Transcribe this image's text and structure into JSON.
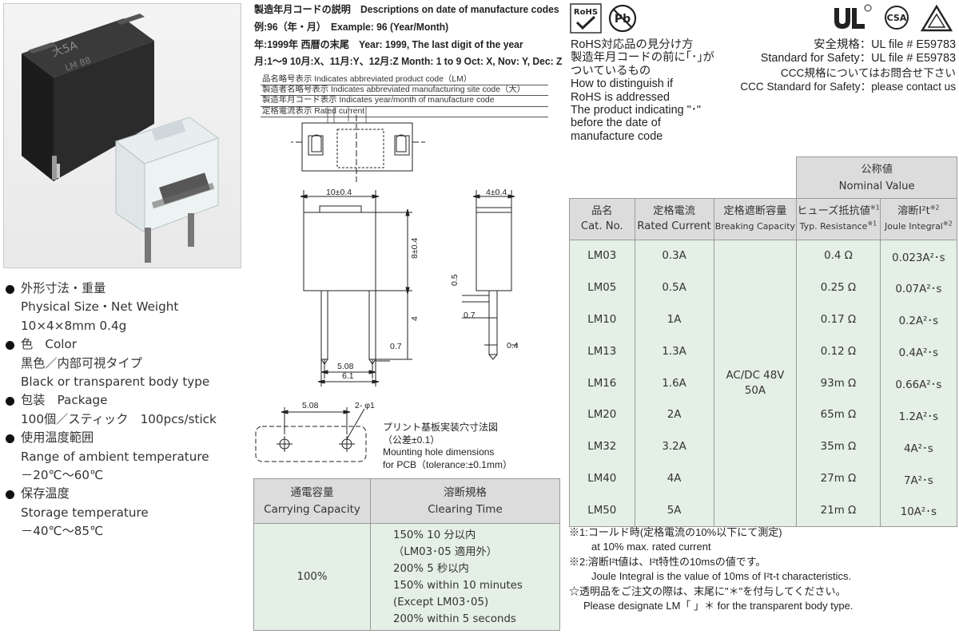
{
  "date_code": {
    "heading": "製造年月コードの説明　Descriptions on date of manufacture codes",
    "example": "例:96（年・月）　Example: 96 (Year/Month)",
    "year": "年:1999年 西暦の末尾　Year: 1999, The last digit of the year",
    "month": "月:1～9 10月:X、11月:Y、12月:Z Month: 1 to 9 Oct: X, Nov: Y, Dec: Z"
  },
  "marking_legend": [
    "品名略号表示 Indicates abbreviated product code（LM）",
    "製造者名略号表示 Indicates abbreviated manufacturing site code（大）",
    "製造年月コード表示 Indicates year/month of manufacture code",
    "定格電流表示 Rated current"
  ],
  "photo": {
    "marking_line1": "大5A",
    "marking_line2": "LM 88"
  },
  "dimensions": {
    "width": "10±0.4",
    "height": "8±0.4",
    "depth": "4±0.4",
    "pin_len": "4",
    "pin_w": "0.7",
    "pitch": "5.08",
    "overall": "6.1",
    "side_gap": "0.5",
    "side_pin": "0.7",
    "side_t": "0.4",
    "pcb_pitch": "5.08",
    "pcb_hole": "2- φ1"
  },
  "pcb_note": [
    "プリント基板実装穴寸法図",
    "（公差±0.1）",
    "Mounting hole dimensions",
    "for PCB（tolerance:±0.1mm）"
  ],
  "specs": [
    {
      "head": "外形寸法・重量",
      "lines": [
        "Physical Size・Net Weight",
        "10×4×8mm 0.4g"
      ]
    },
    {
      "head": "色　Color",
      "lines": [
        "黒色／内部可視タイプ",
        "Black or transparent body type"
      ]
    },
    {
      "head": "包装　Package",
      "lines": [
        "100個／スティック　100pcs/stick"
      ]
    },
    {
      "head": "使用温度範囲",
      "lines": [
        "Range of ambient temperature",
        "－20℃～60℃"
      ]
    },
    {
      "head": "保存温度",
      "lines": [
        "Storage temperature",
        "－40℃～85℃"
      ]
    }
  ],
  "carry_table": {
    "col1_jp": "通電容量",
    "col1_en": "Carrying Capacity",
    "col2_jp": "溶断規格",
    "col2_en": "Clearing Time",
    "capacity": "100%",
    "clearing": [
      "150% 10 分以内",
      "（LM03･05 適用外）",
      "200% 5 秒以内",
      "150% within 10 minutes",
      "(Except LM03･05)",
      "200% within 5 seconds"
    ]
  },
  "rohs": {
    "badge_top": "RoHS",
    "badge_pb": "Pb",
    "lines": [
      "RoHS対応品の見分け方",
      "製造年月コードの前に｢･｣が",
      "ついているもの",
      "How to distinguish if",
      "RoHS is addressed",
      "The product indicating \"･\"",
      "before the date of",
      "manufacture code"
    ]
  },
  "safety": {
    "icons": [
      "ul-mark",
      "csa-mark",
      "ccc-triangle-mark"
    ],
    "ul_label": "UL",
    "csa_label": "CSA",
    "line1": "安全規格：UL file # E59783",
    "line2": "Standard for Safety：UL file # E59783",
    "line3": "CCC規格についてはお問合せ下さい",
    "line4": "CCC Standard for Safety：please contact us"
  },
  "main_table": {
    "nominal_jp": "公称値",
    "nominal_en": "Nominal Value",
    "headers": {
      "cat_jp": "品名",
      "cat_en": "Cat. No.",
      "rated_jp": "定格電流",
      "rated_en": "Rated Current",
      "break_jp": "定格遮断容量",
      "break_en": "Breaking Capacity",
      "res_jp": "ヒューズ抵抗値",
      "res_en": "Typ. Resistance",
      "joule_jp": "溶断I²t",
      "joule_en": "Joule Integral",
      "note1": "※1",
      "note2": "※2"
    },
    "breaking": [
      "AC/DC 48V",
      "50A"
    ],
    "rows": [
      {
        "cat": "LM03",
        "rated": "0.3A",
        "res": "0.4 Ω",
        "joule": "0.023A²･s"
      },
      {
        "cat": "LM05",
        "rated": "0.5A",
        "res": "0.25 Ω",
        "joule": "0.07A²･s"
      },
      {
        "cat": "LM10",
        "rated": "1A",
        "res": "0.17 Ω",
        "joule": "0.2A²･s"
      },
      {
        "cat": "LM13",
        "rated": "1.3A",
        "res": "0.12 Ω",
        "joule": "0.4A²･s"
      },
      {
        "cat": "LM16",
        "rated": "1.6A",
        "res": "93m Ω",
        "joule": "0.66A²･s"
      },
      {
        "cat": "LM20",
        "rated": "2A",
        "res": "65m Ω",
        "joule": "1.2A²･s"
      },
      {
        "cat": "LM32",
        "rated": "3.2A",
        "res": "35m Ω",
        "joule": "4A²･s"
      },
      {
        "cat": "LM40",
        "rated": "4A",
        "res": "27m Ω",
        "joule": "7A²･s"
      },
      {
        "cat": "LM50",
        "rated": "5A",
        "res": "21m Ω",
        "joule": "10A²･s"
      }
    ]
  },
  "notes": [
    "※1:コールド時(定格電流の10%以下にて測定)",
    "at 10% max. rated current",
    "※2:溶断I²t値は、I²t特性の10msの値です。",
    "Joule Integral is the value of 10ms of I²t-t characteristics.",
    "☆透明品をご注文の際は、末尾に\"＊\"を付与してください。",
    "Please designate LM「 」＊ for the transparent body type."
  ]
}
